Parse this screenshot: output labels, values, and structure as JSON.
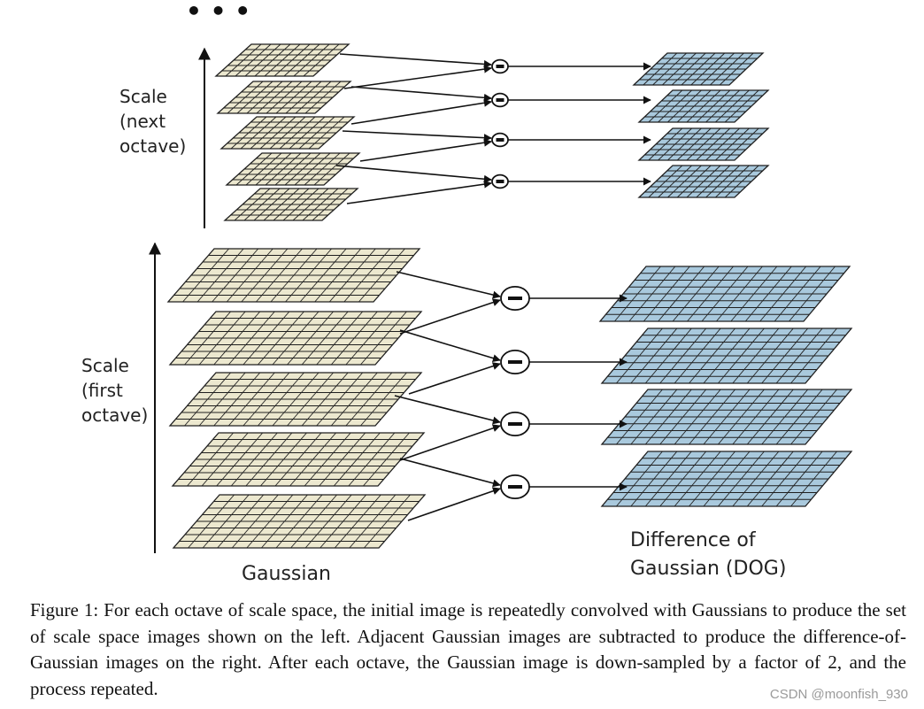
{
  "colors": {
    "gaussian_fill": "#ece8cf",
    "dog_fill": "#a9c9dd",
    "grid_line": "#1f1f1f",
    "arrow": "#111111"
  },
  "labels": {
    "ellipsis": "• • •",
    "scale_next": [
      "Scale",
      "(next",
      "octave)"
    ],
    "scale_first": [
      "Scale",
      "(first",
      "octave)"
    ],
    "gaussian": "Gaussian",
    "dog": [
      "Difference of",
      "Gaussian (DOG)"
    ],
    "minus_symbol": "−"
  },
  "octaves": [
    {
      "name": "next",
      "gaussian_count": 5,
      "dog_count": 4,
      "grid_rows": 6,
      "grid_cols": 10
    },
    {
      "name": "first",
      "gaussian_count": 5,
      "dog_count": 4,
      "grid_rows": 8,
      "grid_cols": 14
    }
  ],
  "caption": "Figure 1: For each octave of scale space, the initial image is repeatedly convolved with Gaussians to produce the set of scale space images shown on the left. Adjacent Gaussian images are subtracted to produce the difference-of-Gaussian images on the right. After each octave, the Gaussian image is down-sampled by a factor of 2, and the process repeated.",
  "watermark": "CSDN @moonfish_930"
}
